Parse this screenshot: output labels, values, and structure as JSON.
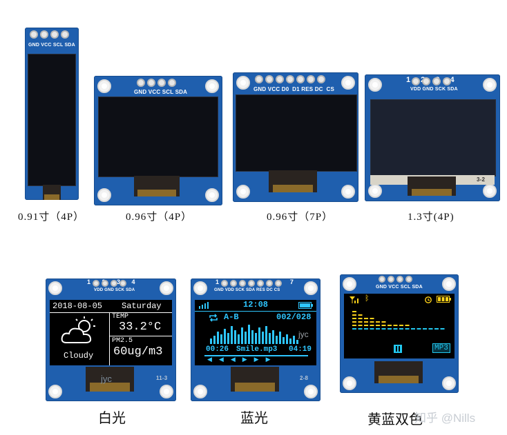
{
  "top_row": {
    "module_091": {
      "pins": "GND VCC SCL SDA",
      "caption": "0.91寸（4P）"
    },
    "module_096_4p": {
      "pins": "GND VCC SCL SDA",
      "caption": "0.96寸（4P）"
    },
    "module_096_7p": {
      "pins": "GND VCC D0  D1 RES DC  CS",
      "caption": "0.96寸（7P）"
    },
    "module_13": {
      "pins": "VDD GND SCK SDA",
      "pin_numbers": "1 2 3 4",
      "caption": "1.3寸(4P)",
      "corner_mark": "3-2"
    }
  },
  "bottom_row": {
    "white": {
      "pins": "VDD GND SCK SDA",
      "pin_numbers": "1 2 3 4",
      "date": "2018-08-05",
      "weekday": "Saturday",
      "temp_label": "TEMP",
      "temp_value": "33.2°C",
      "weather": "Cloudy",
      "pm_label": "PM2.5",
      "pm_value": "60ug/m3",
      "corner_mark": "11-3",
      "watermark": "jyc",
      "caption": "白光"
    },
    "blue": {
      "pins": "GND VDD SCK SDA RES DC CS",
      "pin_numbers": "1 7",
      "clock": "12:08",
      "mode": "A-B",
      "track": "002/028",
      "elapsed": "00:26",
      "filename": "Smile.mp3",
      "total": "04:19",
      "corner_mark": "2-8",
      "watermark": "jyc",
      "caption": "蓝光"
    },
    "yellow_blue": {
      "pins": "GND VCC SCL SDA",
      "badge": "MP3",
      "caption": "黄蓝双色",
      "watermark": "知乎 @Nills"
    }
  },
  "colors": {
    "pcb": "#1f5fae",
    "white_text": "#ffffff",
    "blue_text": "#2ec6ff",
    "yellow_text": "#ffd21a",
    "cyan_text": "#22c8f0"
  }
}
